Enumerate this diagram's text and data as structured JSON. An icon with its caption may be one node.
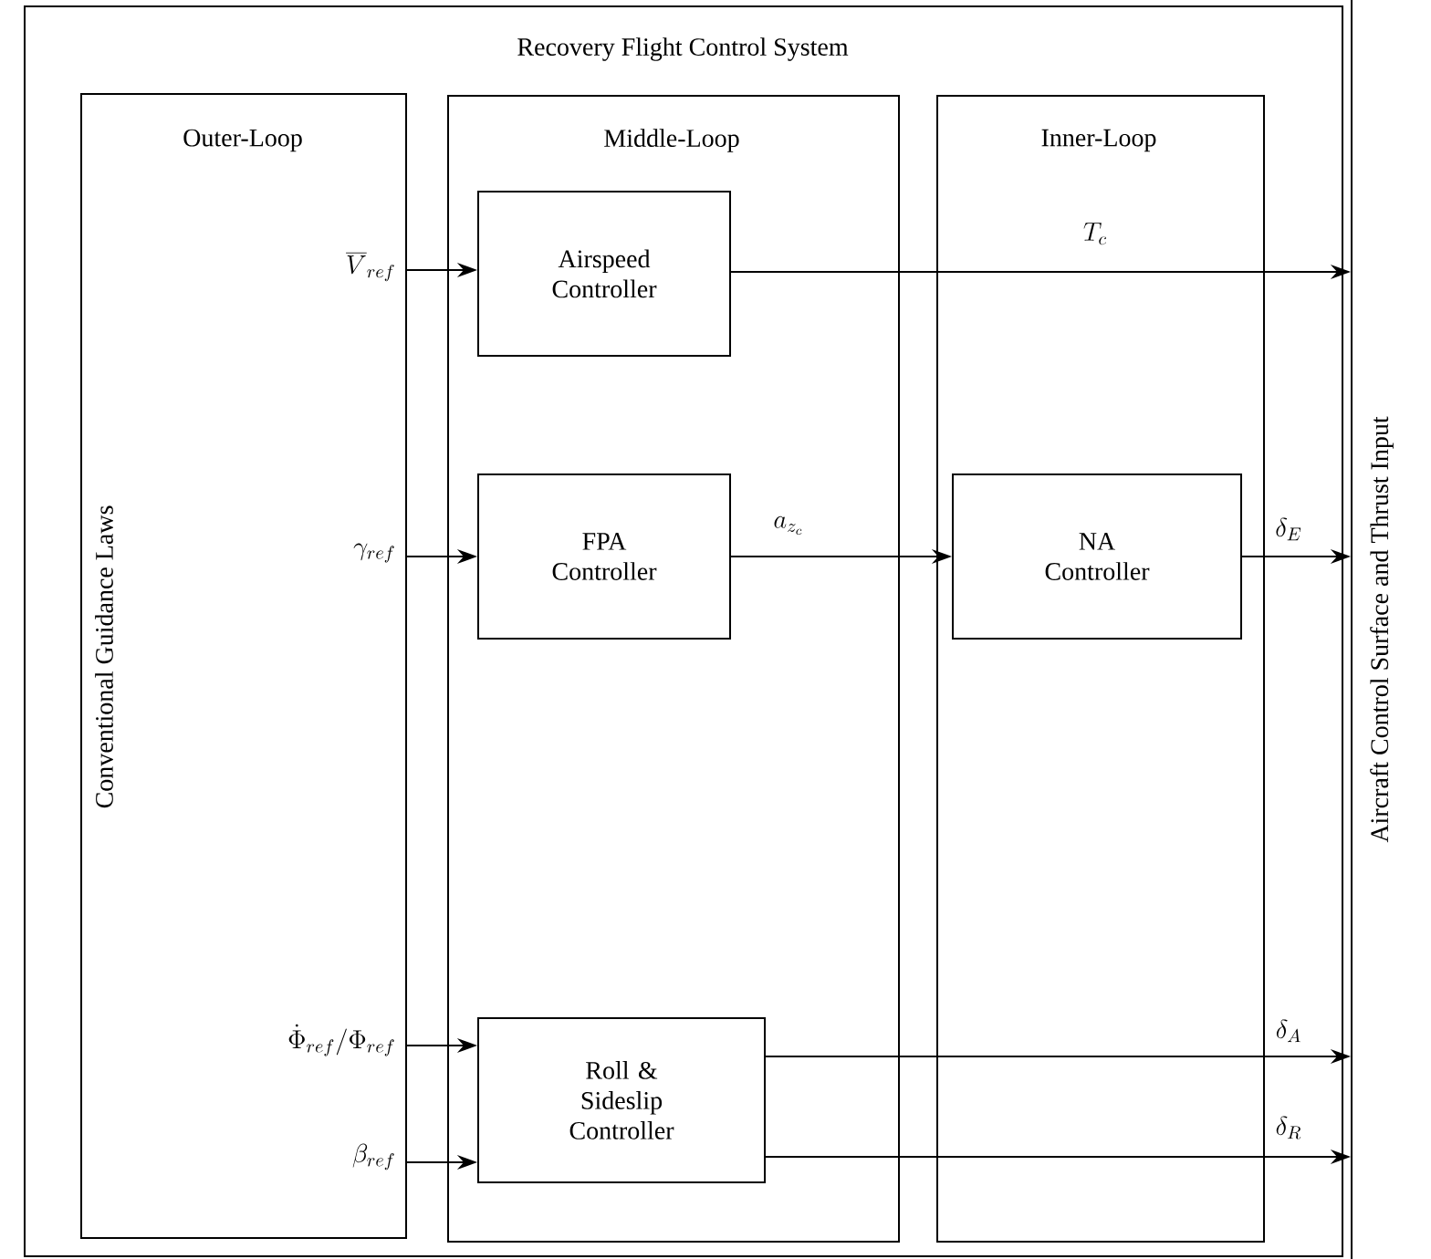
{
  "diagram": {
    "nodes": [
      {
        "text": [
          "Recovery Flight Control System"
        ]
      },
      {
        "text": [
          "Outer-Loop",
          "Conventional Guidance Laws"
        ],
        "in": 0
      },
      {
        "text": [
          "Middle-Loop"
        ],
        "in": 0
      },
      {
        "text": [
          "Inner-Loop"
        ],
        "in": 0
      },
      {
        "text": [
          "Airspeed Controller"
        ],
        "in": 2
      },
      {
        "text": [
          "FPA Controller"
        ],
        "in": 2
      },
      {
        "text": [
          "NA Controller"
        ],
        "in": 3
      },
      {
        "text": [
          "Roll & Sideslip Controller"
        ],
        "in": 2
      },
      {
        "text": [
          "Aircraft Control Surface and Thrust Input"
        ]
      }
    ],
    "edges": [
      {
        "from": 1,
        "to": 4,
        "arrow": "to",
        "label": "\\overline{V}_{ref}"
      },
      {
        "from": 1,
        "to": 5,
        "arrow": "to",
        "label": "\\gamma_{ref}"
      },
      {
        "from": 1,
        "to": 7,
        "arrow": "to",
        "label": "\\dot{\\Phi}_{ref}/\\Phi_{ref}"
      },
      {
        "from": 1,
        "to": 7,
        "arrow": "to",
        "label": "\\beta_{ref}"
      },
      {
        "from": 4,
        "to": 8,
        "arrow": "to",
        "label": "T_c"
      },
      {
        "from": 5,
        "to": 6,
        "arrow": "to",
        "label": "a_{z_c}"
      },
      {
        "from": 6,
        "to": 8,
        "arrow": "to",
        "label": "\\delta_E"
      },
      {
        "from": 7,
        "to": 8,
        "arrow": "to",
        "label": "\\delta_A"
      },
      {
        "from": 7,
        "to": 8,
        "arrow": "to",
        "label": "\\delta_R"
      }
    ]
  }
}
